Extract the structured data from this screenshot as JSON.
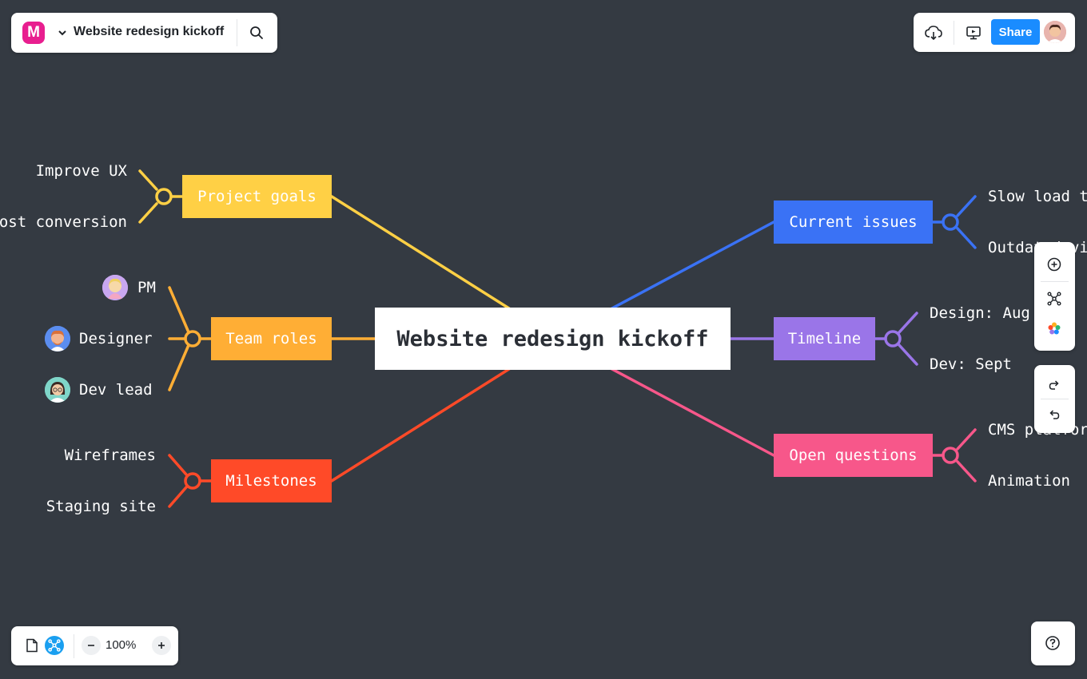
{
  "header": {
    "logo_letter": "M",
    "board_title": "Website redesign kickoff",
    "share_label": "Share"
  },
  "mindmap": {
    "central": "Website redesign kickoff",
    "branches": [
      {
        "label": "Project goals",
        "color": "#ffd045",
        "leaves": [
          "Improve UX",
          "Boost conversion"
        ]
      },
      {
        "label": "Team roles",
        "color": "#ffae35",
        "leaves": [
          "PM",
          "Designer",
          "Dev lead"
        ]
      },
      {
        "label": "Milestones",
        "color": "#ff4a28",
        "leaves": [
          "Wireframes",
          "Staging site"
        ]
      },
      {
        "label": "Current issues",
        "color": "#3a72f5",
        "leaves": [
          "Slow load times",
          "Outdated visuals"
        ]
      },
      {
        "label": "Timeline",
        "color": "#9a75e8",
        "leaves": [
          "Design: Aug",
          "Dev: Sept"
        ]
      },
      {
        "label": "Open questions",
        "color": "#f7578a",
        "leaves": [
          "CMS platform",
          "Animation"
        ]
      }
    ]
  },
  "footer": {
    "zoom": "100%"
  },
  "colors": {
    "canvas": "#343a42",
    "accent": "#1a8cff",
    "brand": "#e81e8f"
  },
  "icons": [
    "chevron-down-icon",
    "search-icon",
    "cloud-download-icon",
    "present-icon",
    "add-icon",
    "mindmap-icon",
    "color-palette-icon",
    "redo-icon",
    "undo-icon",
    "page-icon",
    "zoom-out-icon",
    "zoom-in-icon",
    "help-icon"
  ]
}
